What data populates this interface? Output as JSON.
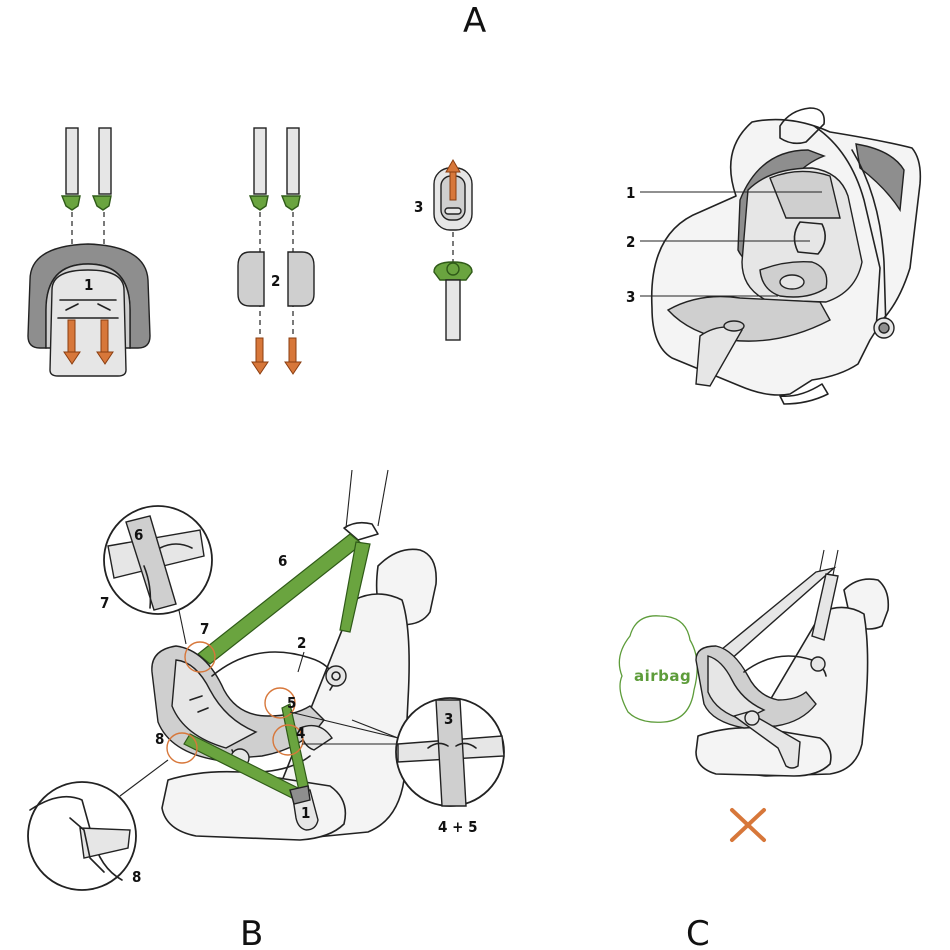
{
  "sections": {
    "a": "A",
    "b": "B",
    "c": "C"
  },
  "panel_a": {
    "step1_label": "1",
    "step2_label": "2",
    "step3_label": "3",
    "callouts": [
      "1",
      "2",
      "3"
    ]
  },
  "panel_b": {
    "labels": {
      "belt_1": "1",
      "belt_2": "2",
      "belt_3": "3",
      "belt_4": "4",
      "belt_5": "5",
      "belt_6": "6",
      "belt_7": "7",
      "belt_8": "8",
      "zoom_6": "6",
      "zoom_7": "7",
      "zoom_8": "8",
      "zoom_45": "4 + 5"
    }
  },
  "panel_c": {
    "airbag_label": "airbag",
    "forbidden_mark": "cross-icon"
  },
  "colors": {
    "green": "#6aa43f",
    "orange": "#d7773a",
    "grey": "#cfcfcf",
    "dark_grey": "#8e8e8e"
  }
}
